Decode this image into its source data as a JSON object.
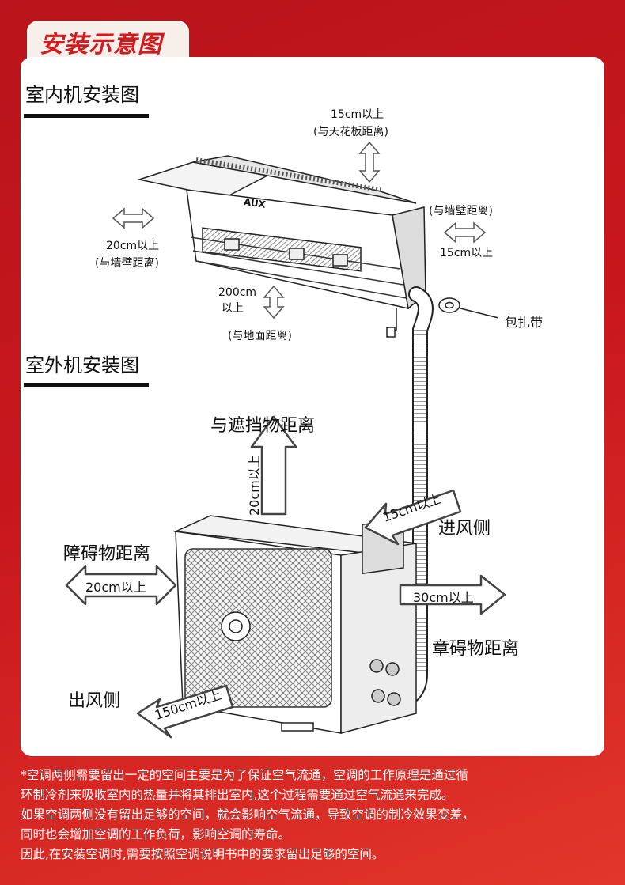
{
  "header": {
    "title": "安装示意图"
  },
  "indoor": {
    "title": "室内机安装图",
    "brand": "AUX",
    "top_value": "15cm以上",
    "top_desc": "(与天花板距离)",
    "right_desc": "(与墙壁距离)",
    "right_value": "15cm以上",
    "left_value": "20cm以上",
    "left_desc": "(与墙壁距离)",
    "bottom_value_1": "200cm",
    "bottom_value_2": "以上",
    "bottom_desc": "(与地面距离)",
    "tape": "包扎带"
  },
  "outdoor": {
    "title": "室外机安装图",
    "top_desc": "与遮挡物距离",
    "top_value": "20cm以上",
    "left_desc": "障碍物距离",
    "left_value": "20cm以上",
    "intake_value": "15cm以上",
    "intake_desc": "进风侧",
    "right_value": "30cm以上",
    "right_desc": "章碍物距离",
    "outlet_desc": "出风侧",
    "outlet_value": "150cm以上"
  },
  "notes": [
    "*空调两侧需要留出一定的空间主要是为了保证空气流通，空调的工作原理是通过循",
    "环制冷剂来吸收室内的热量并将其排出室内,这个过程需要通过空气流通来完成。",
    "如果空调两侧没有留出足够的空间，就会影响空气流通，导致空调的制冷效果变差，",
    "同时也会增加空调的工作负荷，影响空调的寿命。",
    "因此,在安装空调时,需要按照空调说明书中的要求留出足够的空间。"
  ]
}
